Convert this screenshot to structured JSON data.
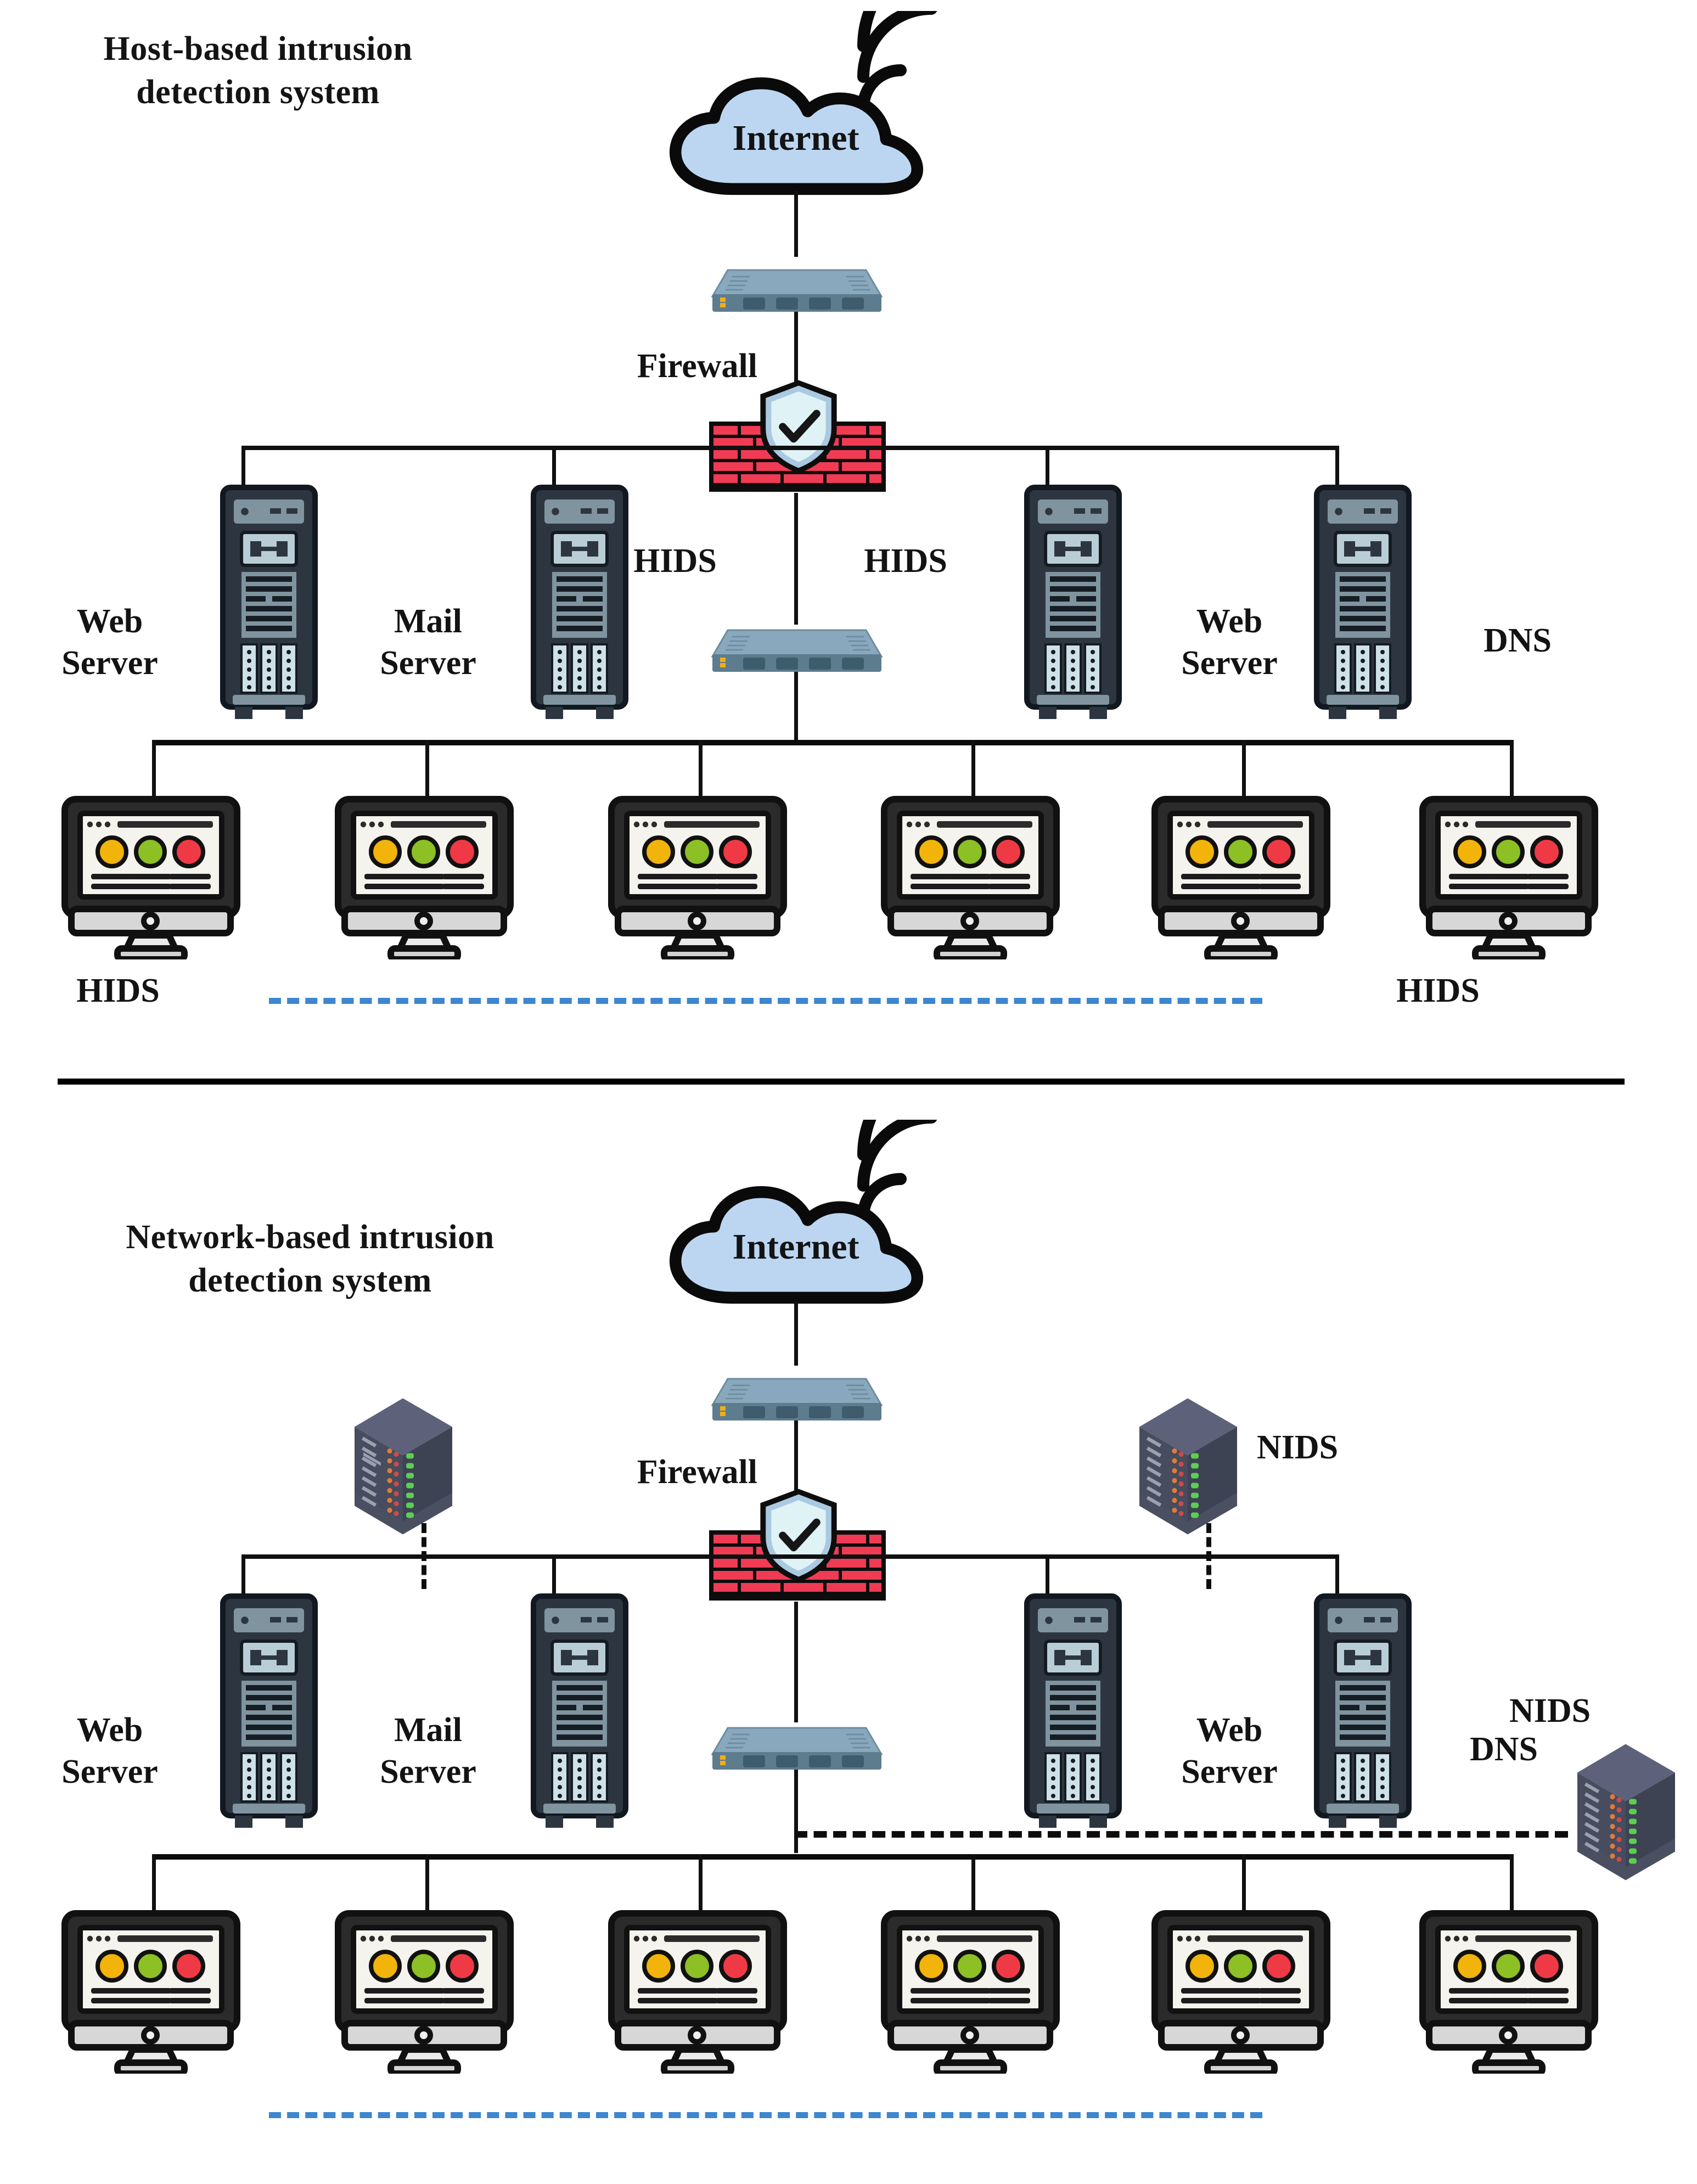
{
  "figure": {
    "type": "network-diagram",
    "panels": [
      {
        "id": "hids",
        "title": "Host-based intrusion\ndetection system",
        "cloud_label": "Internet",
        "firewall_label": "Firewall",
        "server_labels": [
          "Web\nServer",
          "Mail\nServer",
          "Web\nServer",
          "DNS"
        ],
        "ids_labels": [
          "HIDS",
          "HIDS",
          "HIDS",
          "HIDS"
        ],
        "server_count": 4,
        "workstation_count": 6,
        "router_count": 2
      },
      {
        "id": "nids",
        "title": "Network-based  intrusion\ndetection system",
        "cloud_label": "Internet",
        "firewall_label": "Firewall",
        "server_labels": [
          "Web\nServer",
          "Mail\nServer",
          "Web\nServer",
          "DNS"
        ],
        "ids_labels": [
          "NIDS",
          "NIDS"
        ],
        "server_count": 4,
        "workstation_count": 6,
        "router_count": 2,
        "nids_sensor_count": 3
      }
    ]
  },
  "top": {
    "title": "Host-based intrusion\ndetection system",
    "internet": "Internet",
    "firewall": "Firewall",
    "hids_left_switch": "HIDS",
    "hids_right_switch": "HIDS",
    "web_server_left": "Web\nServer",
    "mail_server": "Mail\nServer",
    "web_server_right": "Web\nServer",
    "dns": "DNS",
    "hids_bottom_left": "HIDS",
    "hids_bottom_right": "HIDS"
  },
  "bottom": {
    "title": "Network-based  intrusion\ndetection system",
    "internet": "Internet",
    "firewall": "Firewall",
    "nids_right_top": "NIDS",
    "nids_far_right": "NIDS",
    "web_server_left": "Web\nServer",
    "mail_server": "Mail\nServer",
    "web_server_right": "Web\nServer",
    "dns": "DNS"
  },
  "colors": {
    "cloud_fill": "#bcd6f2",
    "cloud_stroke": "#0a0a0a",
    "router_top": "#8aa8bd",
    "router_body": "#5d7c8e",
    "firewall_brick": "#f03b54",
    "firewall_brick_dark": "#d9203a",
    "shield_fill": "#dff2f5",
    "shield_rim": "#a9c9e0",
    "server_dark": "#2d3640",
    "server_light": "#9fb3bd",
    "nids_body": "#4a4e5e",
    "nids_top": "#565b6d",
    "monitor_frame": "#2b2b2b",
    "monitor_screen": "#f5f3ee",
    "led_yellow": "#f2b30b",
    "led_green": "#8cc024",
    "led_red": "#ef3a46",
    "link_blue_dash": "#3d86d0",
    "wire_black": "#101010"
  }
}
